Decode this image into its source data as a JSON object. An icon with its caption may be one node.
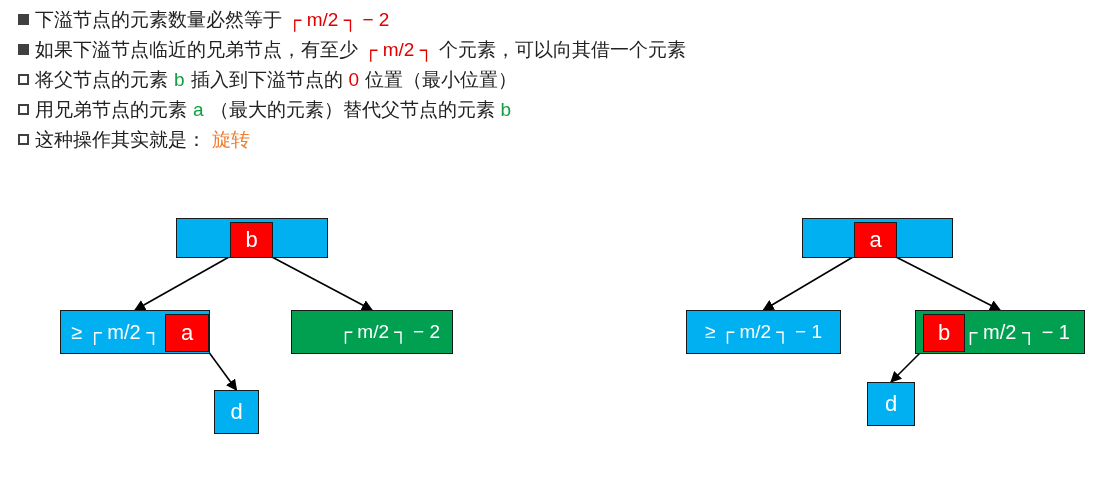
{
  "diagram": {
    "nodes": [
      {
        "text": [],
        "shape": "box"
      },
      {
        "text": [
          "b"
        ],
        "in": 0
      },
      {
        "text": [
          "≥ ┌ m/2 ┐"
        ]
      },
      {
        "text": [
          "a"
        ],
        "in": 2
      },
      {
        "text": [
          "┌ m/2 ┐ − 2"
        ]
      },
      {
        "text": [
          "d"
        ]
      },
      {
        "text": [],
        "shape": "box"
      },
      {
        "text": [
          "a"
        ],
        "in": 6
      },
      {
        "text": [
          "≥ ┌ m/2 ┐ − 1"
        ]
      },
      {
        "text": [
          "┌ m/2 ┐ − 1"
        ]
      },
      {
        "text": [
          "b"
        ],
        "in": 9
      },
      {
        "text": [
          "d"
        ]
      }
    ],
    "edges": [
      {
        "from": 1,
        "to": 2,
        "arrow": "to"
      },
      {
        "from": 1,
        "to": 4,
        "arrow": "to"
      },
      {
        "from": 3,
        "to": 5,
        "arrow": "to"
      },
      {
        "from": 7,
        "to": 8,
        "arrow": "to"
      },
      {
        "from": 7,
        "to": 9,
        "arrow": "to"
      },
      {
        "from": 10,
        "to": 11,
        "arrow": "to"
      }
    ],
    "labels": [
      "下溢节点的元素数量必然等于",
      "┌ m/2 ┐ − 2",
      "如果下溢节点临近的兄弟节点，有至少",
      "┌ m/2 ┐",
      "个元素，可以向其借一个元素",
      "将父节点的元素",
      "b",
      "插入到下溢节点的",
      "0",
      "位置（最小位置）",
      "用兄弟节点的元素",
      "a",
      "（最大的元素）替代父节点的元素",
      "b",
      "这种操作其实就是：",
      "旋转"
    ]
  }
}
